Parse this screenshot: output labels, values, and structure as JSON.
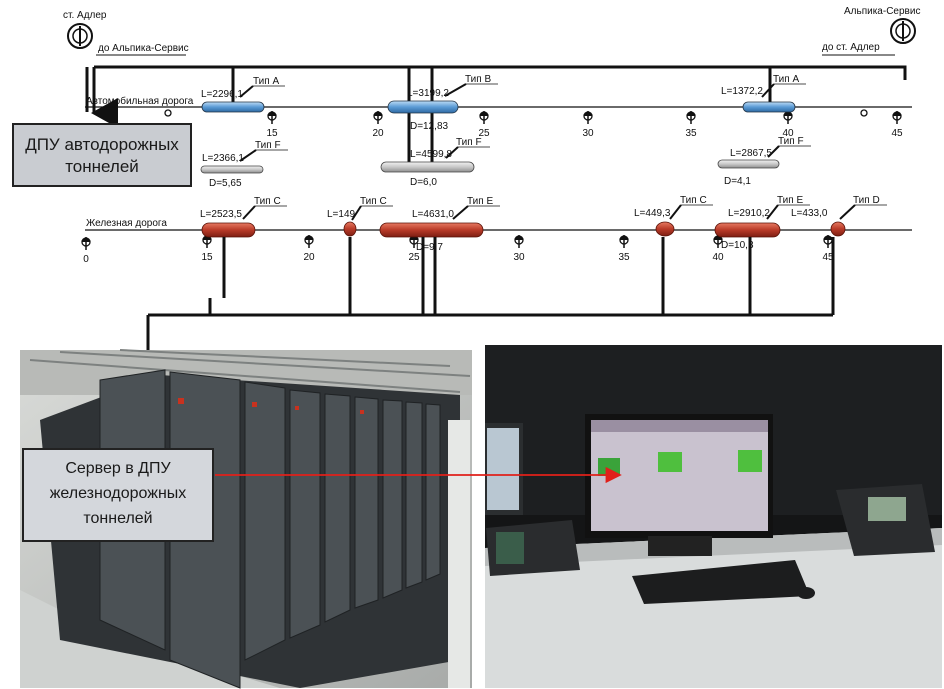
{
  "stations": {
    "left_name": "ст. Адлер",
    "left_direction": "до Альпика-Сервис",
    "right_name": "Альпика-Сервис",
    "right_direction": "до ст. Адлер"
  },
  "roads": {
    "highway": "Автомобильная дорога",
    "railway": "Железная дорога"
  },
  "highway_ticks": [
    "15",
    "20",
    "25",
    "30",
    "35",
    "40",
    "45"
  ],
  "railway_ticks": [
    "0",
    "15",
    "20",
    "25",
    "30",
    "35",
    "40",
    "45"
  ],
  "tunnels": {
    "road_a1": {
      "type": "Тип А",
      "length": "L=2296,1"
    },
    "road_b": {
      "type": "Тип В",
      "length": "L=3199,2",
      "diameter": "D=12,83"
    },
    "road_a2": {
      "type": "Тип А",
      "length": "L=1372,2"
    },
    "road_f1": {
      "type": "Тип F",
      "length": "L=2366,1",
      "diameter": "D=5,65"
    },
    "road_f2": {
      "type": "Тип F",
      "length": "L=4599,8",
      "diameter": "D=6,0"
    },
    "road_f3": {
      "type": "Тип F",
      "length": "L=2867,5",
      "diameter": "D=4,1"
    },
    "rail_c1": {
      "type": "Тип C",
      "length": "L=2523,5"
    },
    "rail_c2": {
      "type": "Тип C",
      "length": "L=149"
    },
    "rail_e1": {
      "type": "Тип E",
      "length": "L=4631,0",
      "diameter": "D=9,7"
    },
    "rail_c3": {
      "type": "Тип C",
      "length": "L=449,3"
    },
    "rail_e2": {
      "type": "Тип E",
      "length": "L=2910,2",
      "diameter": "D=10,3"
    },
    "rail_d": {
      "type": "Тип D",
      "length": "L=433,0"
    }
  },
  "labels": {
    "dpu_road": "ДПУ автодорожных тоннелей",
    "server": "Сервер в ДПУ железнодорожных тоннелей"
  },
  "colors": {
    "road_tunnel": "#5b9bd5",
    "service_tunnel": "#c8c8c8",
    "rail_tunnel": "#b83a28",
    "arrow": "#e0201a",
    "label_box": "#c9ccd1"
  }
}
